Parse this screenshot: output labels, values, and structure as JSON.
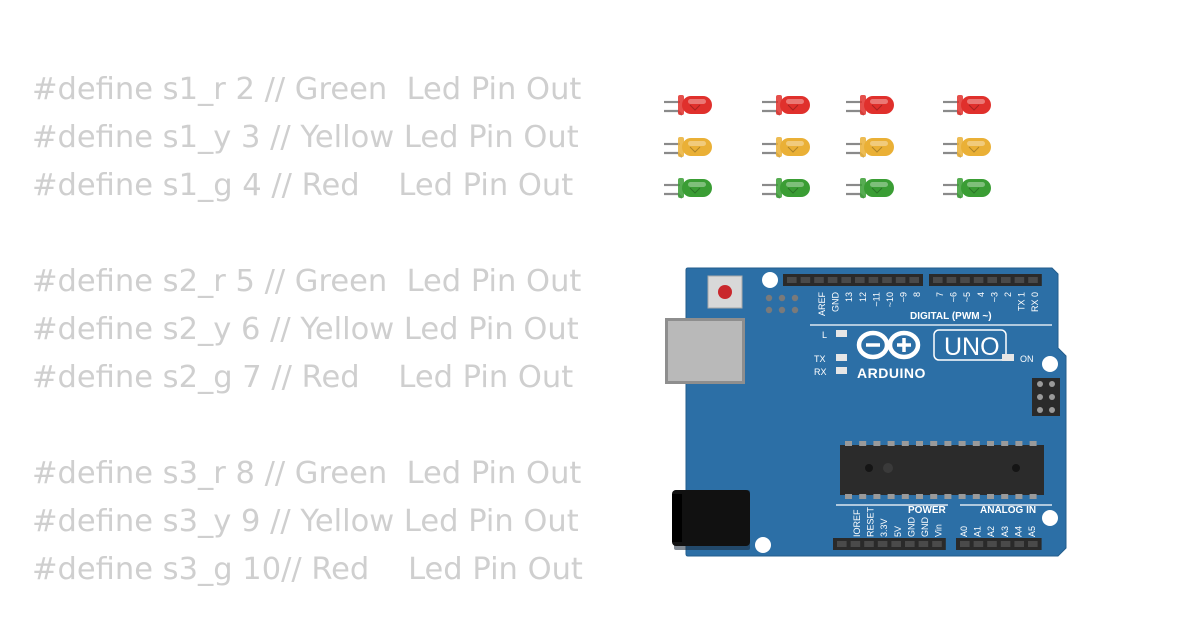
{
  "code_groups": [
    [
      "#define s1_r 2 // Green  Led Pin Out",
      "#define s1_y 3 // Yellow Led Pin Out",
      "#define s1_g 4 // Red    Led Pin Out"
    ],
    [
      "#define s2_r 5 // Green  Led Pin Out",
      "#define s2_y 6 // Yellow Led Pin Out",
      "#define s2_g 7 // Red    Led Pin Out"
    ],
    [
      "#define s3_r 8 // Green  Led Pin Out",
      "#define s3_y 9 // Yellow Led Pin Out",
      "#define s3_g 10// Red    Led Pin Out"
    ]
  ],
  "leds": {
    "colors": [
      "#e0302c",
      "#eab036",
      "#3a9d34"
    ],
    "color_names": [
      "red",
      "yellow",
      "green"
    ],
    "columns": 4
  },
  "board": {
    "color": "#2c6fa6",
    "logo_text": "ARDUINO",
    "model": "UNO",
    "digital_label": "DIGITAL (PWM ~)",
    "power_label": "POWER",
    "analog_label": "ANALOG IN",
    "on_label": "ON",
    "l_label": "L",
    "tx_label": "TX",
    "rx_label": "RX",
    "digital_pins": [
      "AREF",
      "GND",
      "13",
      "12",
      "~11",
      "~10",
      "~9",
      "8",
      "7",
      "~6",
      "~5",
      "4",
      "~3",
      "2",
      "TX 1",
      "RX 0"
    ],
    "power_pins": [
      "IOREF",
      "RESET",
      "3.3V",
      "5V",
      "GND",
      "GND",
      "Vin"
    ],
    "analog_pins": [
      "A0",
      "A1",
      "A2",
      "A3",
      "A4",
      "A5"
    ]
  }
}
